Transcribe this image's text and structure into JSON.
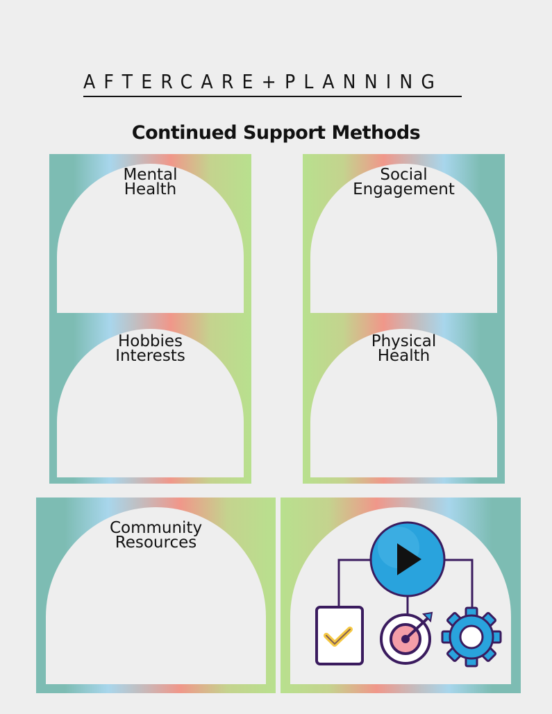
{
  "header": {
    "title": "AFTERCARE+PLANNING",
    "subtitle": "Continued Support Methods"
  },
  "panels": [
    {
      "label": "Mental\nHealth"
    },
    {
      "label": "Social\nEngagement"
    },
    {
      "label": "Hobbies\nInterests"
    },
    {
      "label": "Physical\nHealth"
    },
    {
      "label": "Community\nResources"
    }
  ],
  "illustration": {
    "icons": [
      "play-icon",
      "checklist-icon",
      "target-icon",
      "gear-icon"
    ],
    "colors": {
      "play": "#29a3dd",
      "outline": "#3a1b5e",
      "check": "#f5c842",
      "target": "#f49ea8",
      "gear": "#29a3dd"
    }
  }
}
